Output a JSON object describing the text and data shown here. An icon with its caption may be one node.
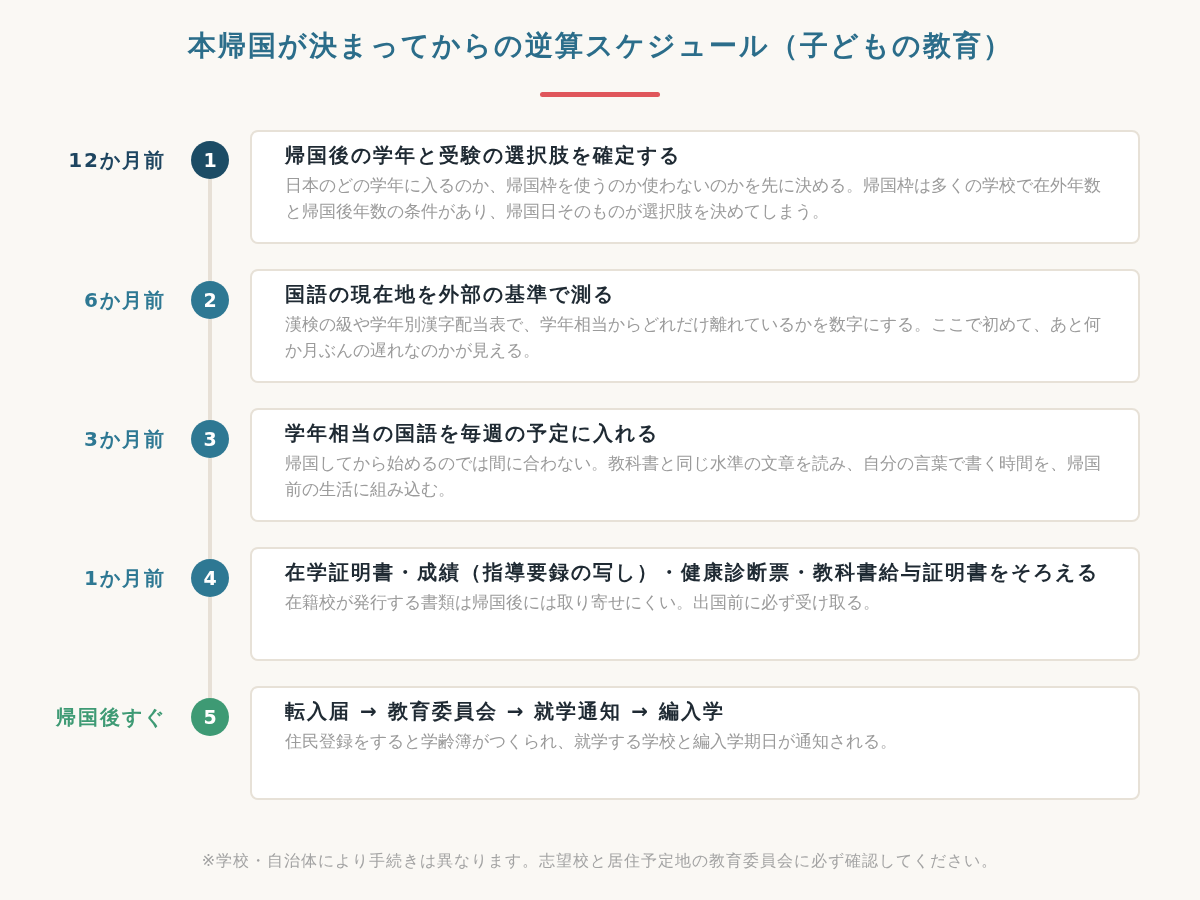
{
  "diagram": {
    "title": "本帰国が決まってからの逆算スケジュール（子どもの教育）",
    "nodes": [
      {
        "text": [
          "1"
        ],
        "beside": [
          "12か月前"
        ]
      },
      {
        "text": [
          "帰国後の学年と受験の選択肢を確定する",
          "日本のどの学年に入るのか、帰国枠を使うのか使わないのかを先に決める。帰国枠は多くの学校で在外年数と帰国後年数の条件があり、帰国日そのものが選択肢を決めてしまう。"
        ]
      },
      {
        "text": [
          "2"
        ],
        "beside": [
          "6か月前"
        ]
      },
      {
        "text": [
          "国語の現在地を外部の基準で測る",
          "漢検の級や学年別漢字配当表で、学年相当からどれだけ離れているかを数字にする。ここで初めて、あと何か月ぶんの遅れなのかが見える。"
        ]
      },
      {
        "text": [
          "3"
        ],
        "beside": [
          "3か月前"
        ]
      },
      {
        "text": [
          "学年相当の国語を毎週の予定に入れる",
          "帰国してから始めるのでは間に合わない。教科書と同じ水準の文章を読み、自分の言葉で書く時間を、帰国前の生活に組み込む。"
        ]
      },
      {
        "text": [
          "4"
        ],
        "beside": [
          "1か月前"
        ]
      },
      {
        "text": [
          "在学証明書・成績（指導要録の写し）・健康診断票・教科書給与証明書をそろえる",
          "在籍校が発行する書類は帰国後には取り寄せにくい。出国前に必ず受け取る。"
        ]
      },
      {
        "text": [
          "5"
        ],
        "beside": [
          "帰国後すぐ"
        ]
      },
      {
        "text": [
          "転入届 → 教育委員会 → 就学通知 → 編入学",
          "住民登録をすると学齢簿がつくられ、就学する学校と編入学期日が通知される。"
        ]
      }
    ],
    "edges": [
      {
        "from": 0,
        "to": 2,
        "arrow": "none"
      },
      {
        "from": 2,
        "to": 4,
        "arrow": "none"
      },
      {
        "from": 4,
        "to": 6,
        "arrow": "none"
      },
      {
        "from": 6,
        "to": 8,
        "arrow": "none"
      }
    ],
    "caption": "※学校・自治体により手続きは異なります。志望校と居住予定地の教育委員会に必ず確認してください。"
  }
}
